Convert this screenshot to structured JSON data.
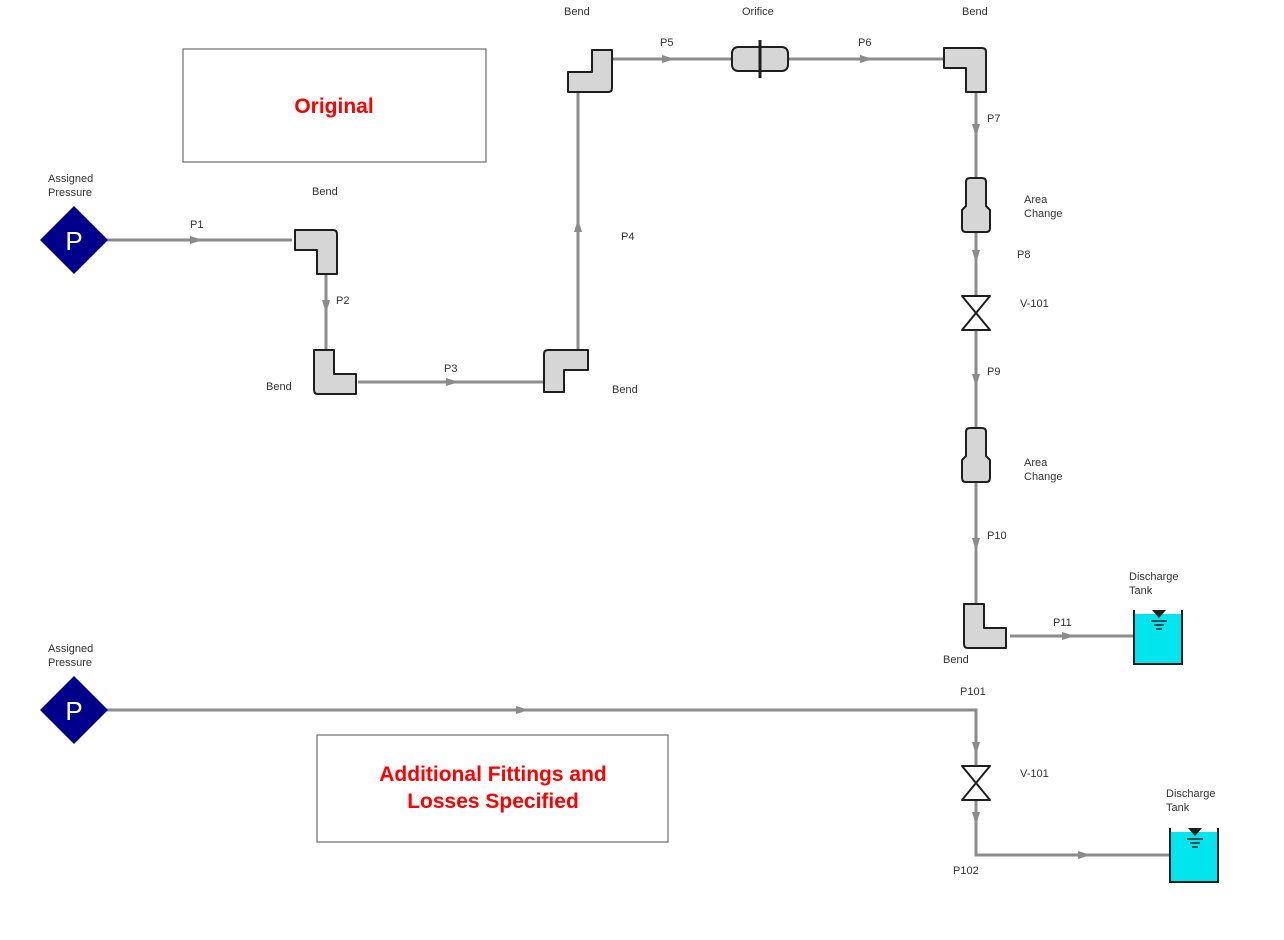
{
  "colors": {
    "pipe": "#8c8c8c",
    "pressure_junction": "#00008b",
    "tank_water": "#00e5ee",
    "title_text": "#ff0000",
    "fitting_fill": "#d6d6d6"
  },
  "titles": {
    "original": "Original",
    "additional_line1": "Additional Fittings and",
    "additional_line2": "Losses Specified"
  },
  "junctions": {
    "assigned_pressure_1": {
      "label_line1": "Assigned",
      "label_line2": "Pressure",
      "symbol": "P",
      "icon": "pressure-diamond-icon"
    },
    "assigned_pressure_2": {
      "label_line1": "Assigned",
      "label_line2": "Pressure",
      "symbol": "P",
      "icon": "pressure-diamond-icon"
    },
    "bend_1": {
      "label": "Bend",
      "icon": "elbow-bend-icon"
    },
    "bend_2": {
      "label": "Bend",
      "icon": "elbow-bend-icon"
    },
    "bend_3": {
      "label": "Bend",
      "icon": "elbow-bend-icon"
    },
    "bend_4": {
      "label": "Bend",
      "icon": "elbow-bend-icon"
    },
    "bend_5": {
      "label": "Bend",
      "icon": "elbow-bend-icon"
    },
    "bend_6": {
      "label": "Bend",
      "icon": "elbow-bend-icon"
    },
    "orifice": {
      "label": "Orifice",
      "icon": "orifice-icon"
    },
    "area_change_1": {
      "label_line1": "Area",
      "label_line2": "Change",
      "icon": "area-change-icon"
    },
    "area_change_2": {
      "label_line1": "Area",
      "label_line2": "Change",
      "icon": "area-change-icon"
    },
    "valve_1": {
      "label": "V-101",
      "icon": "valve-icon"
    },
    "valve_2": {
      "label": "V-101",
      "icon": "valve-icon"
    },
    "discharge_tank_1": {
      "label_line1": "Discharge",
      "label_line2": "Tank",
      "icon": "tank-icon"
    },
    "discharge_tank_2": {
      "label_line1": "Discharge",
      "label_line2": "Tank",
      "icon": "tank-icon"
    }
  },
  "pipes": {
    "p1": "P1",
    "p2": "P2",
    "p3": "P3",
    "p4": "P4",
    "p5": "P5",
    "p6": "P6",
    "p7": "P7",
    "p8": "P8",
    "p9": "P9",
    "p10": "P10",
    "p11": "P11",
    "p101": "P101",
    "p102": "P102"
  }
}
